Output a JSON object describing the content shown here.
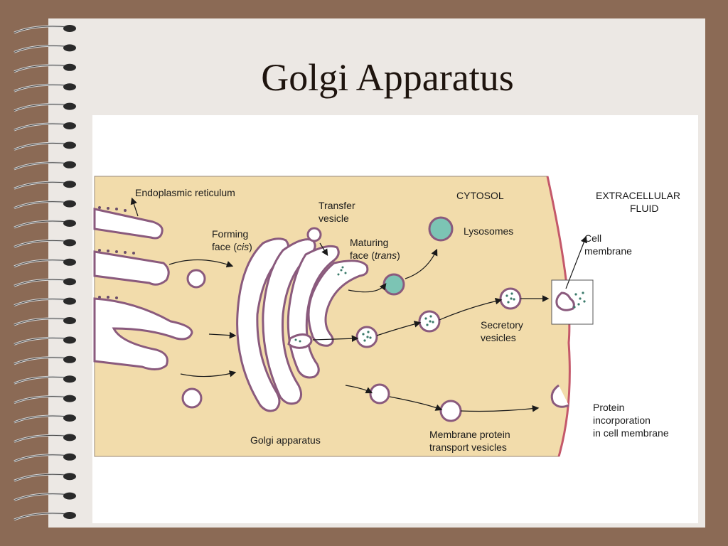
{
  "slide": {
    "title": "Golgi Apparatus"
  },
  "diagram": {
    "labels": {
      "endoplasmic_reticulum": "Endoplasmic reticulum",
      "transfer_vesicle_1": "Transfer",
      "transfer_vesicle_2": "vesicle",
      "cytosol": "CYTOSOL",
      "extracellular_1": "EXTRACELLULAR",
      "extracellular_2": "FLUID",
      "forming_face_1": "Forming",
      "forming_face_2": "face (",
      "forming_face_cis": "cis",
      "forming_face_close": ")",
      "maturing_face_1": "Maturing",
      "maturing_face_2": "face (",
      "maturing_face_trans": "trans",
      "maturing_face_close": ")",
      "lysosomes": "Lysosomes",
      "cell_membrane_1": "Cell",
      "cell_membrane_2": "membrane",
      "secretory_1": "Secretory",
      "secretory_2": "vesicles",
      "golgi_apparatus": "Golgi apparatus",
      "membrane_protein_1": "Membrane protein",
      "membrane_protein_2": "transport vesicles",
      "protein_inc_1": "Protein",
      "protein_inc_2": "incorporation",
      "protein_inc_3": "in cell membrane"
    },
    "colors": {
      "cytoplasm": "#f2dcab",
      "membrane": "#8a5a7d",
      "cell_membrane": "#c4586a",
      "lysosome_fill": "#7cc4b4",
      "vesicle_fill": "#ffffff",
      "cargo_dots": "#3a7a6a"
    }
  }
}
